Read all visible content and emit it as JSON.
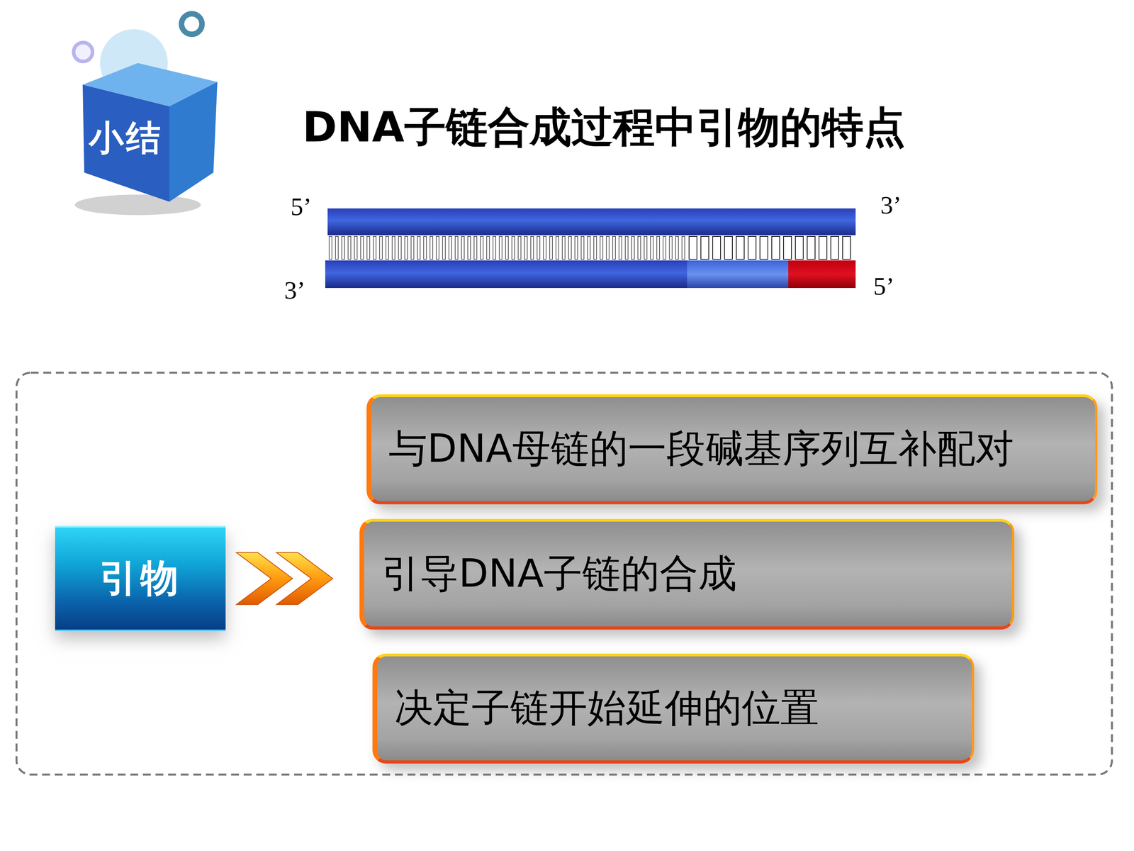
{
  "diagram": {
    "title": "DNA子链合成过程中引物的特点",
    "nodes": [
      {
        "text": [
          "小结"
        ]
      },
      {
        "text": [
          "引物"
        ]
      },
      {
        "text": [
          "与DNA母链的一段碱基序列互补配对"
        ]
      },
      {
        "text": [
          "引导DNA子链的合成"
        ]
      },
      {
        "text": [
          "决定子链开始延伸的位置"
        ]
      }
    ],
    "edges": [
      {
        "from": 1,
        "to": 3,
        "arrow": "to"
      }
    ],
    "labels": [
      "5’",
      "3’",
      "3’",
      "5’"
    ]
  }
}
